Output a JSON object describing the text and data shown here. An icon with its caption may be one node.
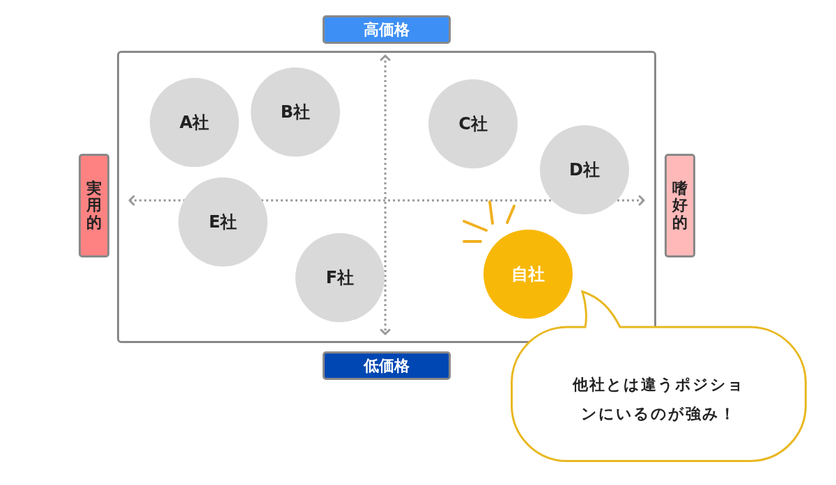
{
  "diagram": {
    "nodes": [
      {
        "text": [
          "高価格"
        ]
      },
      {
        "text": [],
        "shape": "box"
      },
      {
        "text": [
          "A社"
        ],
        "in": 1
      },
      {
        "text": [
          "B社"
        ],
        "in": 1
      },
      {
        "text": [
          "C社"
        ],
        "in": 1
      },
      {
        "text": [
          "D社"
        ],
        "in": 1
      },
      {
        "text": [
          "実用的"
        ]
      },
      {
        "text": [
          "E社"
        ],
        "in": 1
      },
      {
        "text": [
          "嗜好的"
        ]
      },
      {
        "text": [
          "F社"
        ],
        "in": 1
      },
      {
        "text": [
          "自社"
        ],
        "in": 1
      },
      {
        "text": [
          "低価格"
        ]
      },
      {
        "text": [
          "他社とは違うポジションにいるのが強み！"
        ]
      }
    ]
  }
}
